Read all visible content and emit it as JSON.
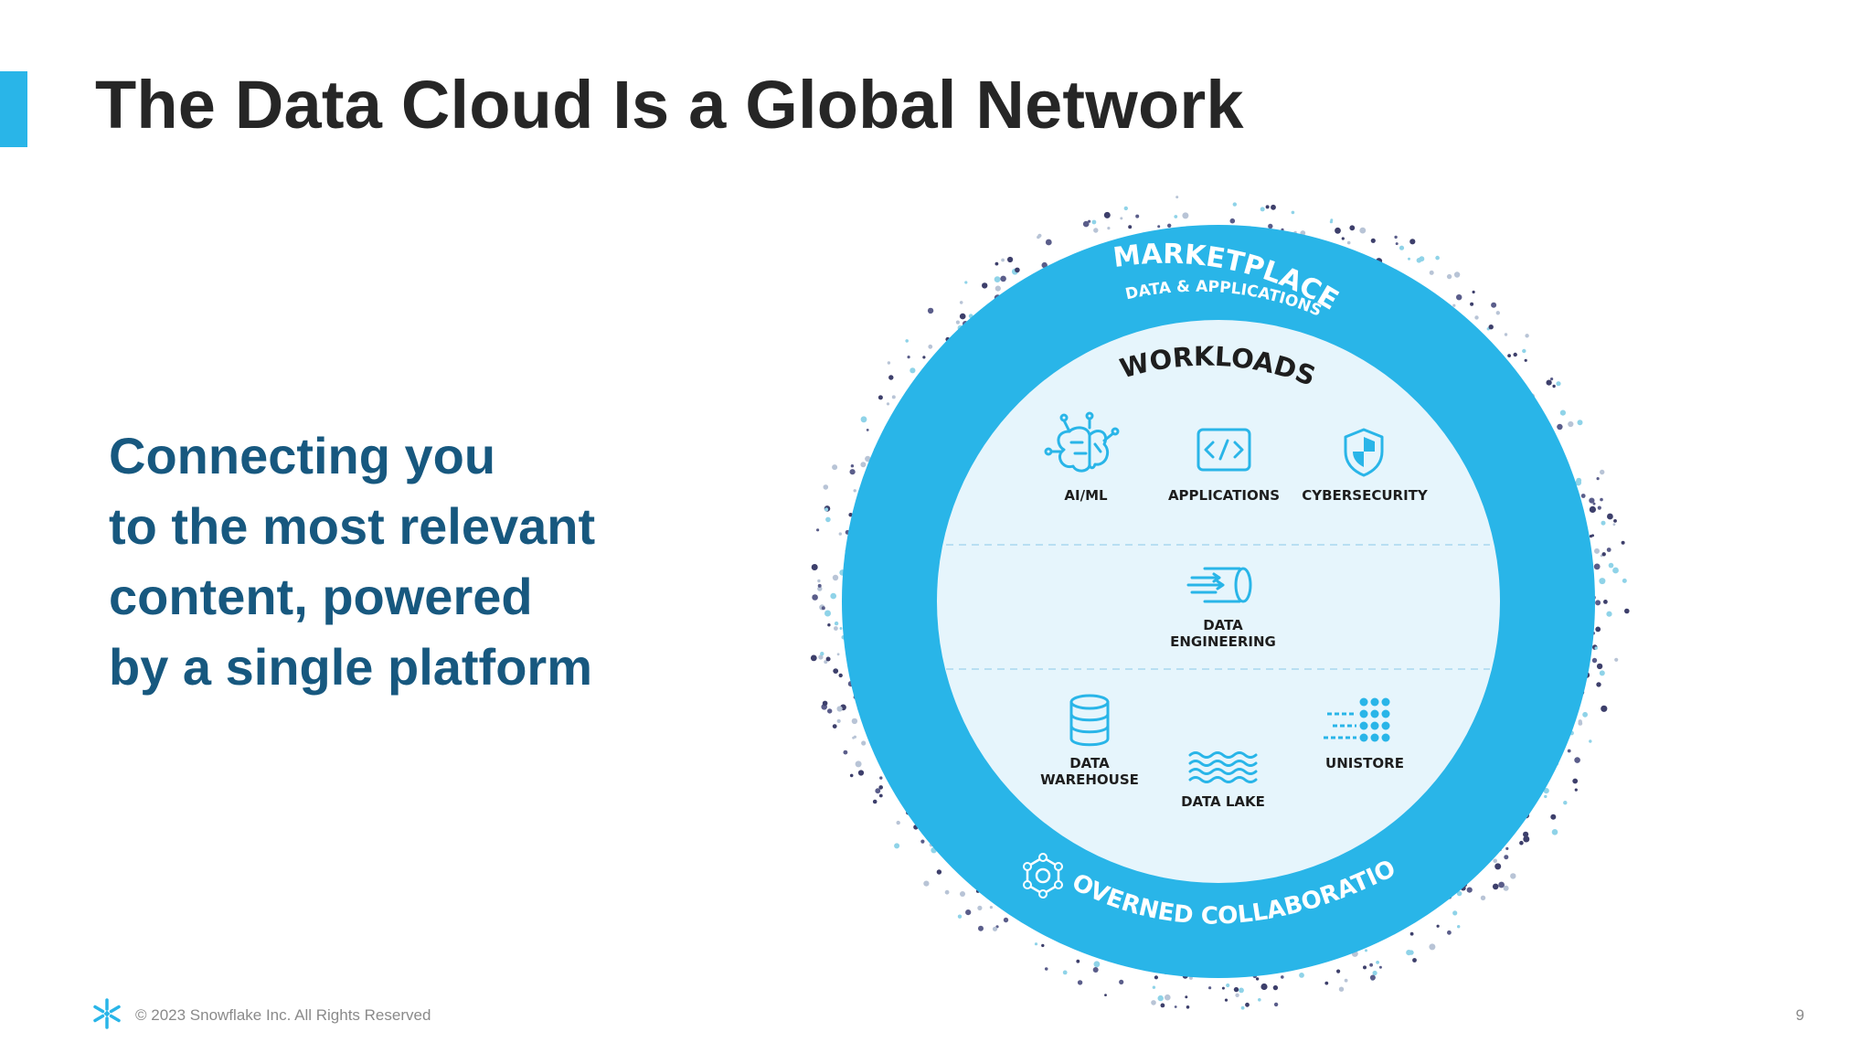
{
  "slide": {
    "title": "The Data Cloud Is a Global Network",
    "subtitle_lines": [
      "Connecting you",
      "to the most relevant",
      "content, powered",
      "by a single platform"
    ]
  },
  "diagram": {
    "outer_ring_title": "MARKETPLACE",
    "outer_ring_subtitle": "DATA & APPLICATIONS",
    "inner_title": "WORKLOADS",
    "bottom_ring_label": "GOVERNED COLLABORATION",
    "workloads": {
      "ai_ml": "AI/ML",
      "applications": "APPLICATIONS",
      "cybersecurity": "CYBERSECURITY",
      "data_engineering": [
        "DATA",
        "ENGINEERING"
      ],
      "data_warehouse": [
        "DATA",
        "WAREHOUSE"
      ],
      "data_lake": "DATA LAKE",
      "unistore": "UNISTORE"
    },
    "colors": {
      "ring": "#29b5e8",
      "inner": "#e6f5fc",
      "dots": "#3d3f6b"
    }
  },
  "footer": {
    "copyright": "© 2023 Snowflake Inc. All Rights Reserved",
    "page_number": "9"
  },
  "icons": [
    "snowflake-logo-icon",
    "brain-circuit-icon",
    "code-window-icon",
    "shield-icon",
    "data-pipe-icon",
    "database-icon",
    "water-waves-icon",
    "unistore-grid-icon",
    "hexagon-network-icon"
  ]
}
